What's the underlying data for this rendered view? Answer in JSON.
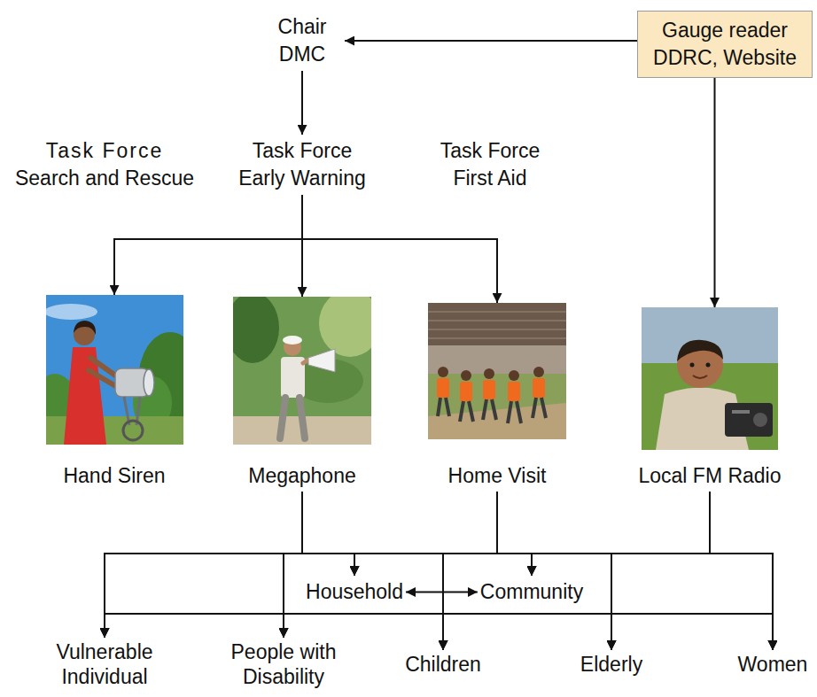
{
  "diagram": {
    "nodes": [
      {
        "text": [
          "Chair DMC"
        ]
      },
      {
        "text": [
          "Gauge reader DDRC, Website"
        ]
      },
      {
        "text": [
          "Task Force Search and Rescue"
        ]
      },
      {
        "text": [
          "Task Force Early Warning"
        ]
      },
      {
        "text": [
          "Task Force First Aid"
        ]
      },
      {
        "text": [
          "Hand Siren"
        ]
      },
      {
        "text": [
          "Megaphone"
        ]
      },
      {
        "text": [
          "Home Visit"
        ]
      },
      {
        "text": [
          "Local FM Radio"
        ]
      },
      {
        "text": [
          "Household"
        ]
      },
      {
        "text": [
          "Community"
        ]
      },
      {
        "text": [
          "Vulnerable Individual"
        ]
      },
      {
        "text": [
          "People with Disability"
        ]
      },
      {
        "text": [
          "Children"
        ]
      },
      {
        "text": [
          "Elderly"
        ]
      },
      {
        "text": [
          "Women"
        ]
      }
    ],
    "edges": [
      {
        "from": 1,
        "to": 0,
        "arrow": "to"
      },
      {
        "from": 0,
        "to": 3,
        "arrow": "to"
      },
      {
        "from": 3,
        "to": 5,
        "arrow": "to"
      },
      {
        "from": 3,
        "to": 6,
        "arrow": "to"
      },
      {
        "from": 3,
        "to": 7,
        "arrow": "to"
      },
      {
        "from": 1,
        "to": 8,
        "arrow": "to"
      },
      {
        "from": 6,
        "to": 9,
        "arrow": "to"
      },
      {
        "from": 6,
        "to": 10,
        "arrow": "to"
      },
      {
        "from": 6,
        "to": 11,
        "arrow": "to"
      },
      {
        "from": 6,
        "to": 12,
        "arrow": "to"
      },
      {
        "from": 6,
        "to": 13,
        "arrow": "to"
      },
      {
        "from": 6,
        "to": 14,
        "arrow": "to"
      },
      {
        "from": 6,
        "to": 15,
        "arrow": "to"
      },
      {
        "from": 7,
        "to": 9,
        "arrow": "to"
      },
      {
        "from": 7,
        "to": 10,
        "arrow": "to"
      },
      {
        "from": 7,
        "to": 11,
        "arrow": "to"
      },
      {
        "from": 7,
        "to": 12,
        "arrow": "to"
      },
      {
        "from": 7,
        "to": 13,
        "arrow": "to"
      },
      {
        "from": 7,
        "to": 14,
        "arrow": "to"
      },
      {
        "from": 7,
        "to": 15,
        "arrow": "to"
      },
      {
        "from": 8,
        "to": 9,
        "arrow": "to"
      },
      {
        "from": 8,
        "to": 10,
        "arrow": "to"
      },
      {
        "from": 8,
        "to": 11,
        "arrow": "to"
      },
      {
        "from": 8,
        "to": 12,
        "arrow": "to"
      },
      {
        "from": 8,
        "to": 13,
        "arrow": "to"
      },
      {
        "from": 8,
        "to": 14,
        "arrow": "to"
      },
      {
        "from": 8,
        "to": 15,
        "arrow": "to"
      },
      {
        "from": 9,
        "to": 10,
        "arrow": "both"
      }
    ]
  }
}
